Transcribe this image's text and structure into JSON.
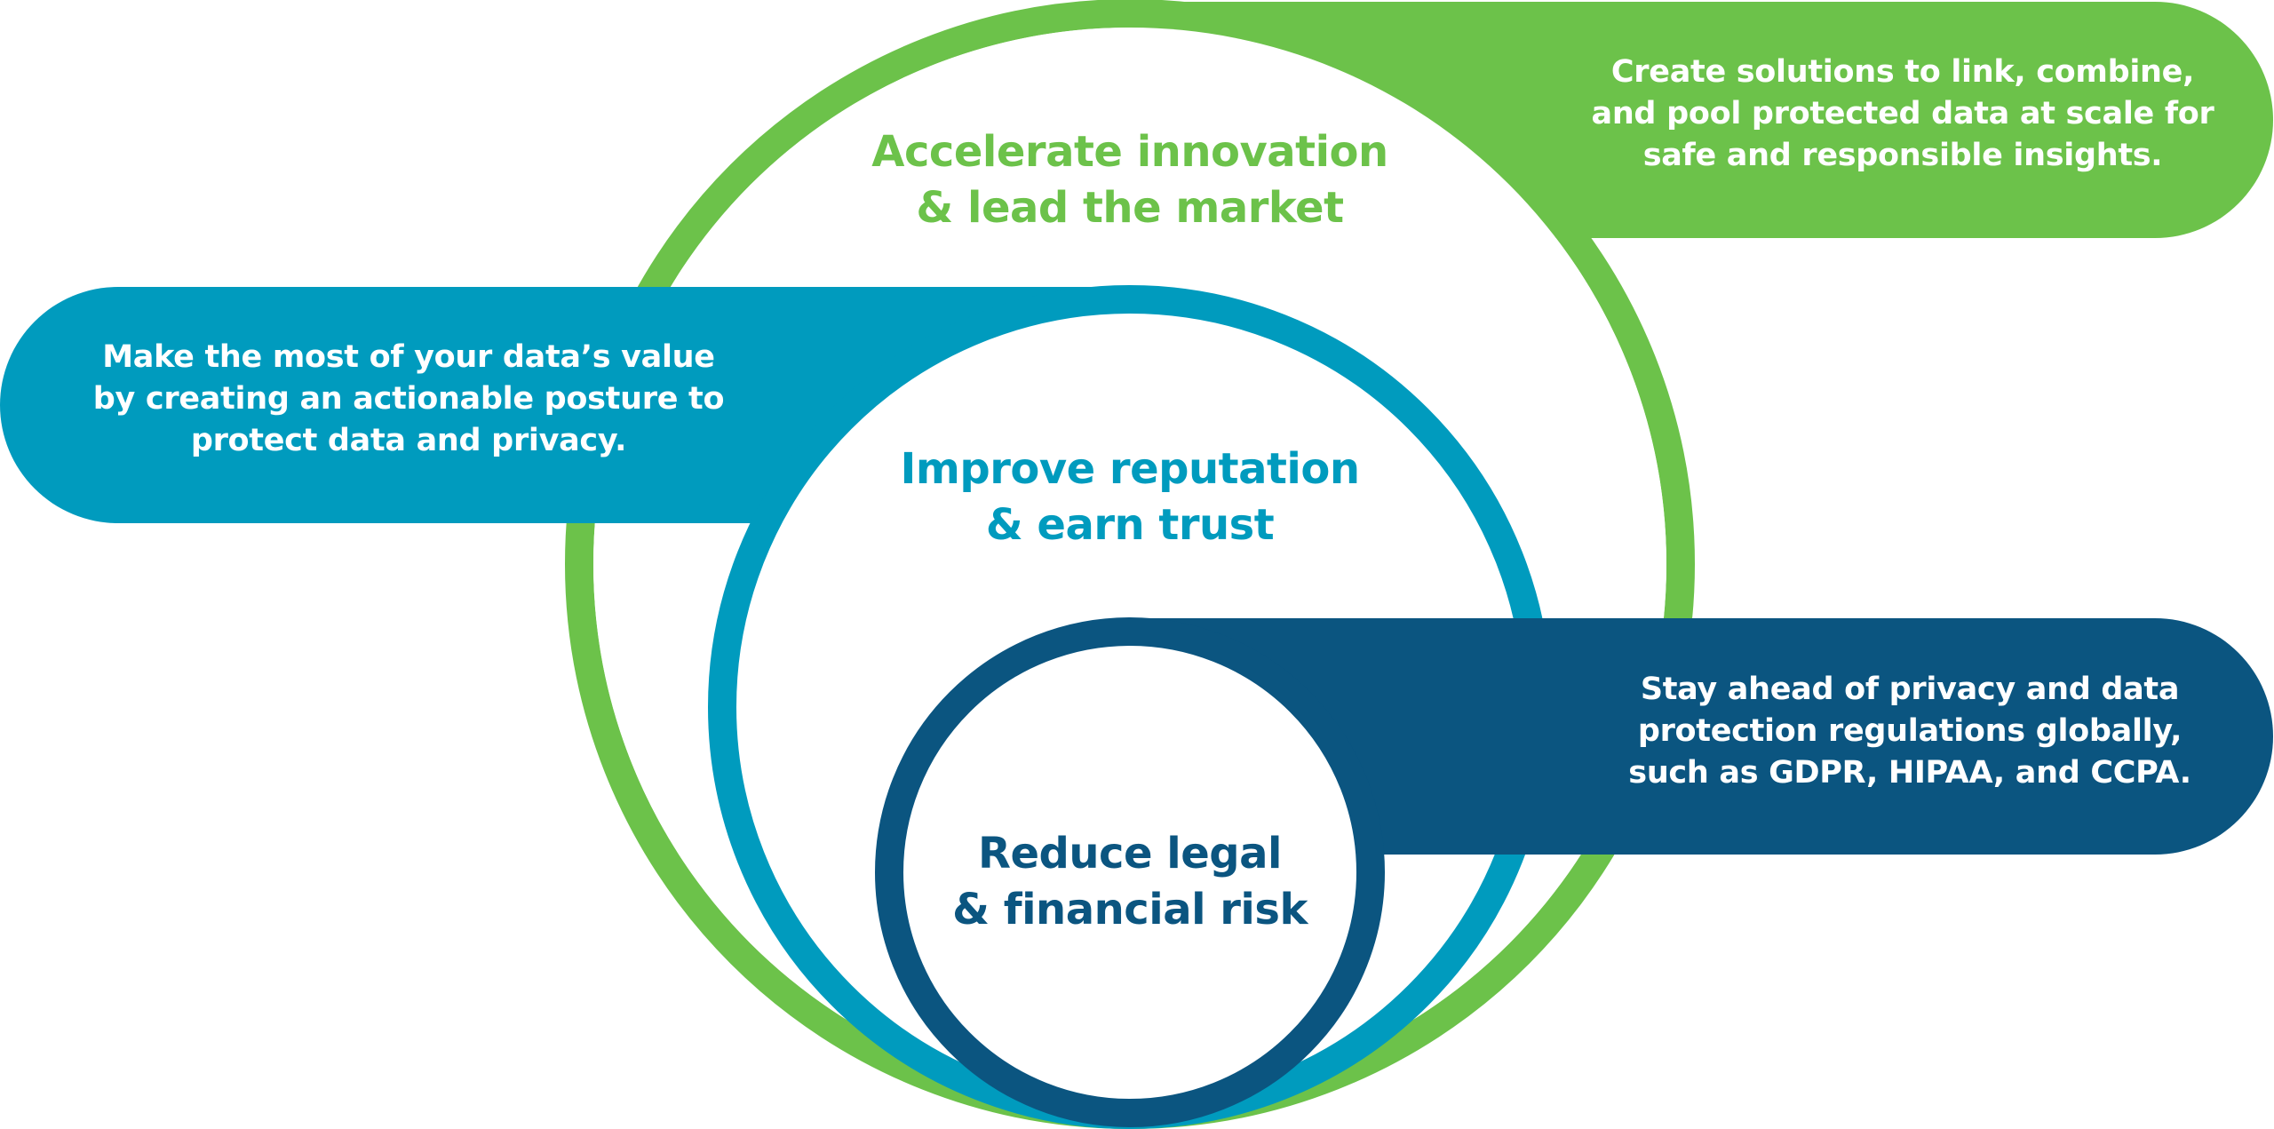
{
  "colors": {
    "green": "#6cc24a",
    "teal": "#009bbe",
    "navy": "#0b5580",
    "background": "#ffffff",
    "description_text": "#ffffff"
  },
  "levels": [
    {
      "key": "outer",
      "color_name": "green",
      "title_lines": [
        "Accelerate innovation",
        "& lead the market"
      ],
      "description_lines": [
        "Create solutions to link, combine,",
        "and pool protected data at scale for",
        "safe and responsible insights."
      ]
    },
    {
      "key": "middle",
      "color_name": "teal",
      "title_lines": [
        "Improve reputation",
        "& earn trust"
      ],
      "description_lines": [
        "Make the most of your data’s value",
        "by creating an actionable posture to",
        "protect data and privacy."
      ]
    },
    {
      "key": "inner",
      "color_name": "navy",
      "title_lines": [
        "Reduce legal",
        "& financial risk"
      ],
      "description_lines": [
        "Stay ahead of privacy and data",
        "protection regulations globally,",
        "such as GDPR, HIPAA, and CCPA."
      ]
    }
  ]
}
